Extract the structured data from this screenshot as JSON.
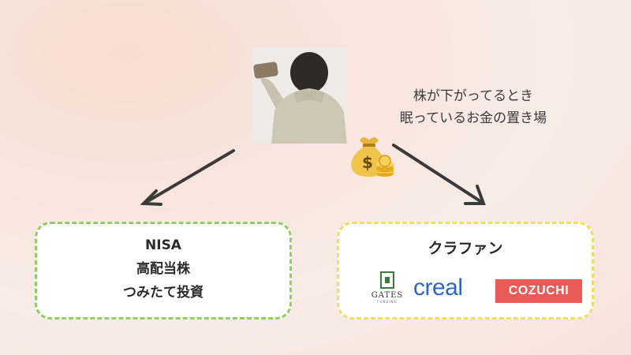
{
  "caption": {
    "line1": "株が下がってるとき",
    "line2": "眠っているお金の置き場"
  },
  "left_box": {
    "lines": [
      "NISA",
      "高配当株",
      "つみたて投資"
    ],
    "border_color": "#8fd05f"
  },
  "right_box": {
    "title": "クラファン",
    "border_color": "#f2dc63",
    "logos": {
      "gates": {
        "name": "GATES",
        "sub": "FUNDING"
      },
      "creal": {
        "name": "creal",
        "color": "#2f66c2"
      },
      "cozuchi": {
        "name": "COZUCHI",
        "bg": "#ea5a57"
      }
    }
  },
  "icons": [
    "person-photo",
    "money-bag-icon",
    "coin-stack-icon",
    "arrow-left-down-icon",
    "arrow-right-down-icon"
  ]
}
